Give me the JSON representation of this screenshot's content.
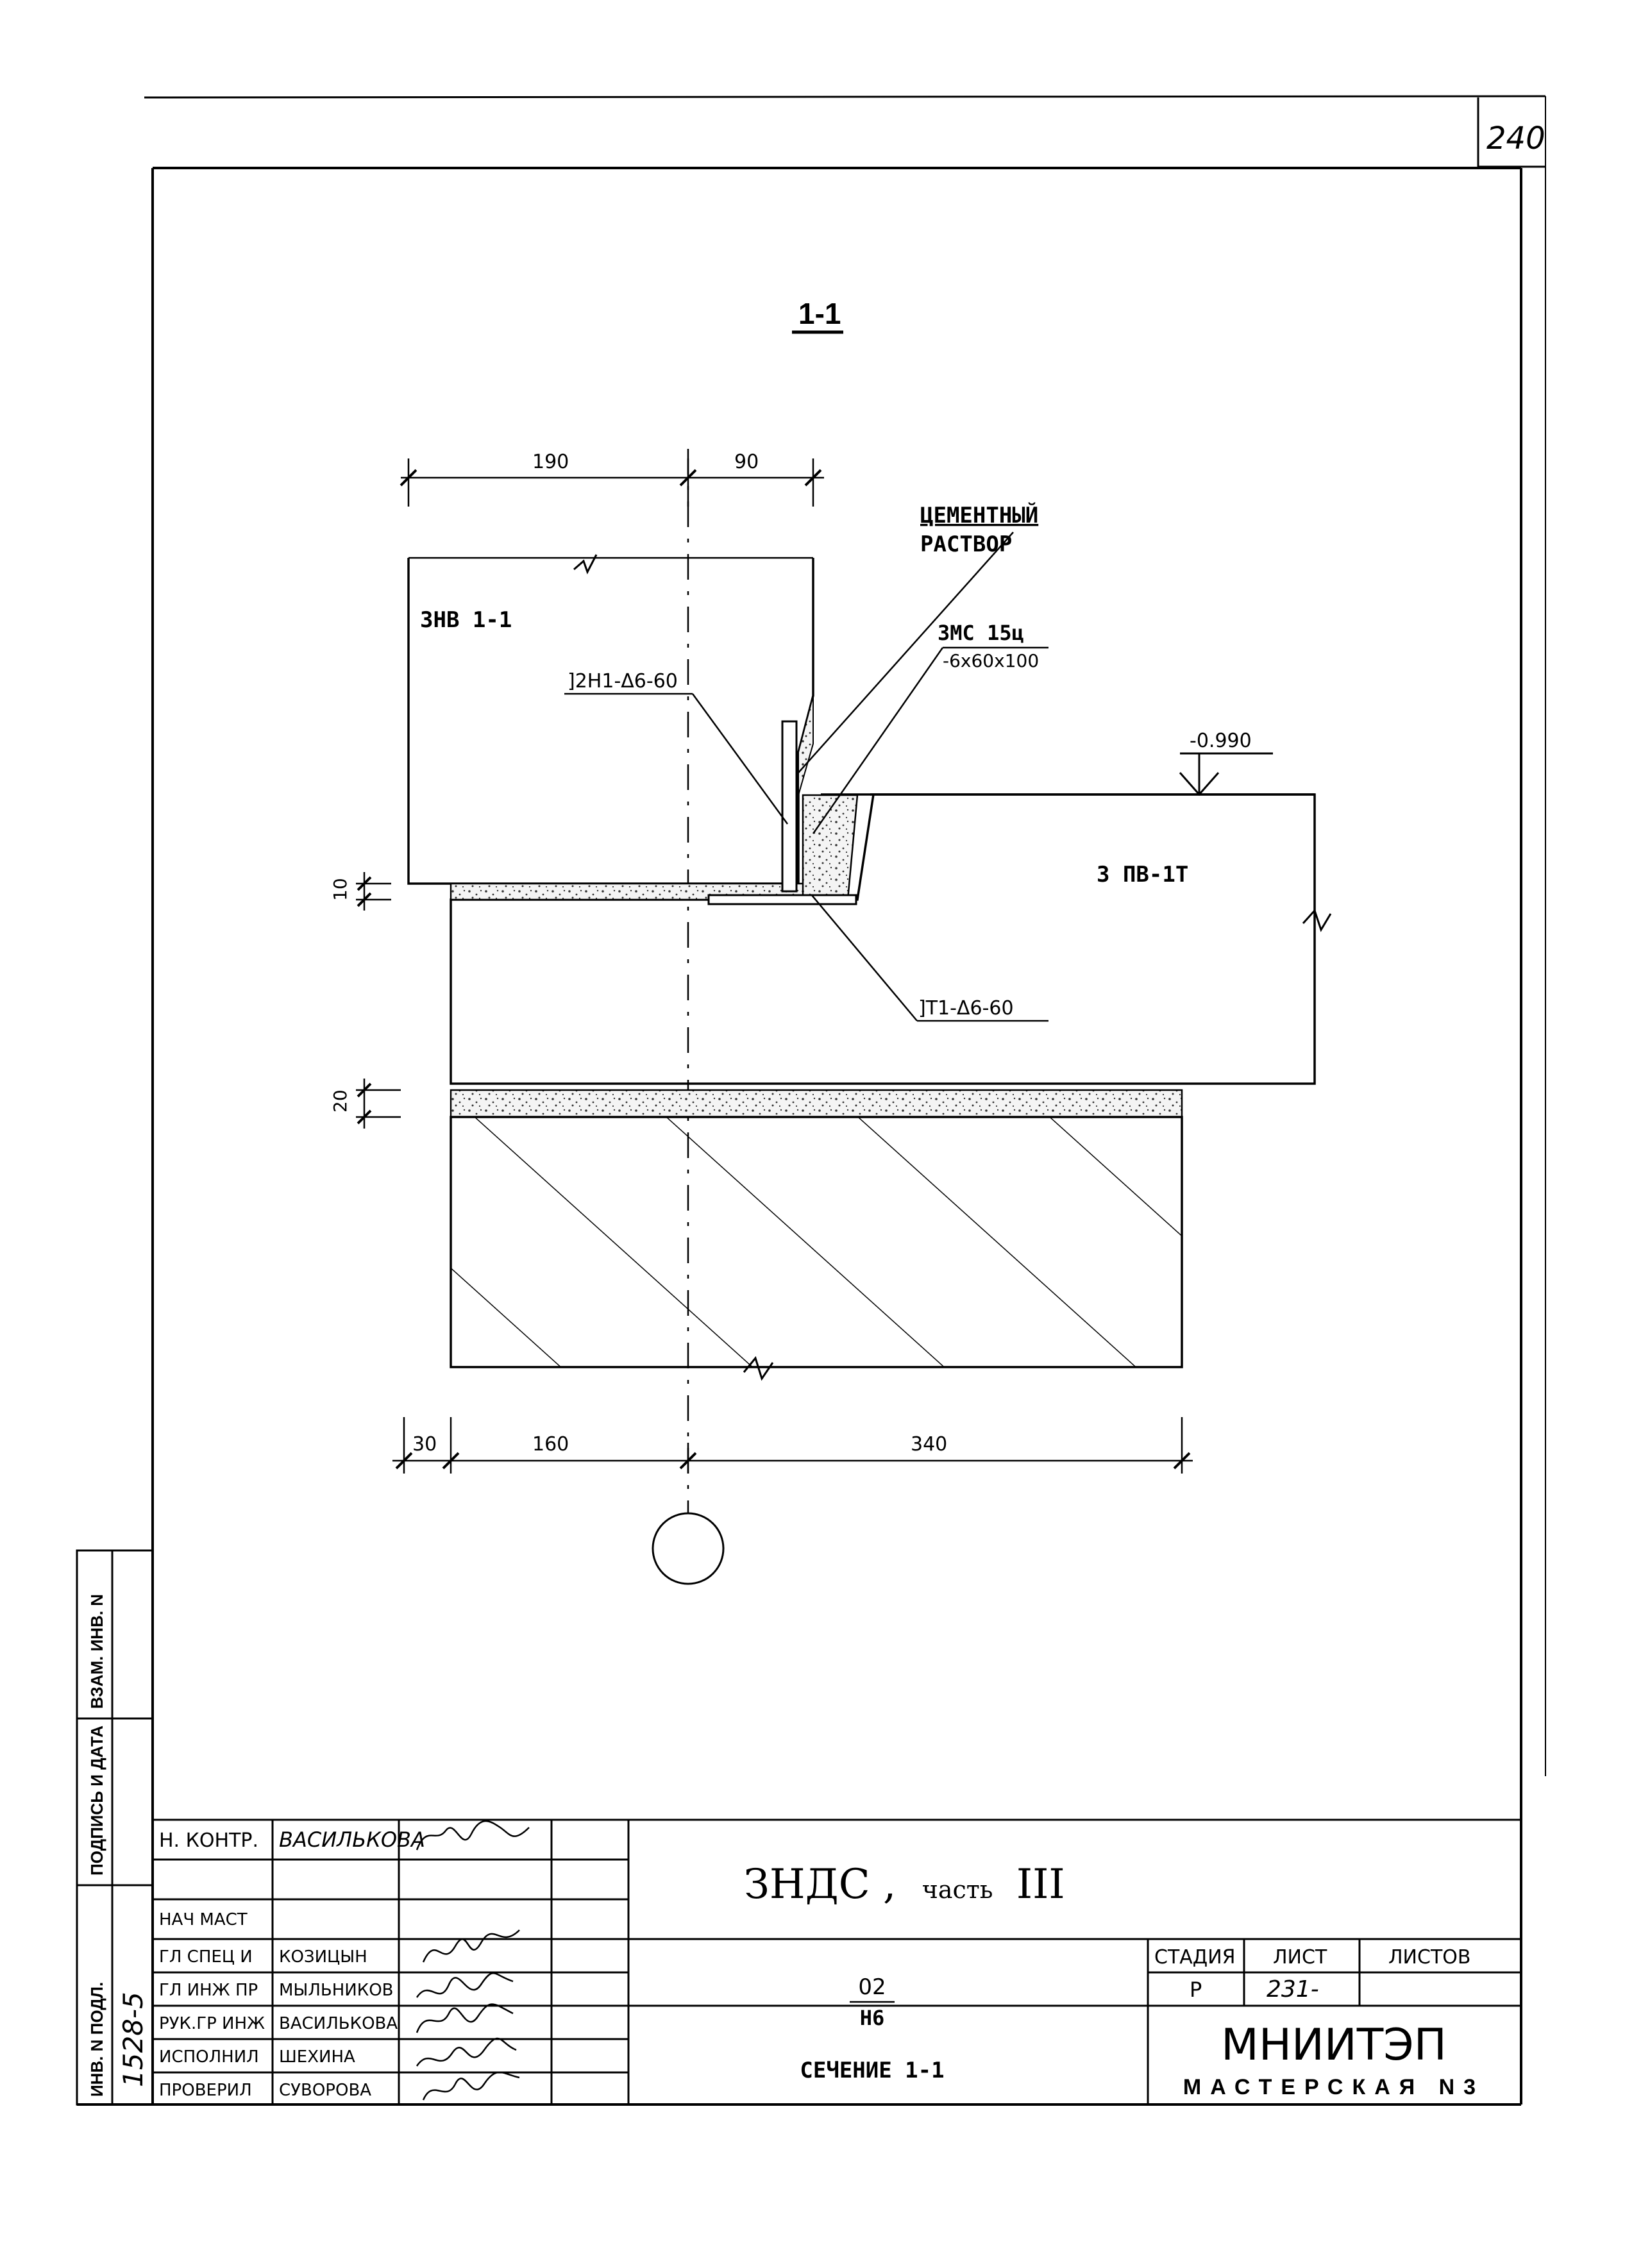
{
  "sheet_number": "240",
  "section": {
    "title": "1-1",
    "marker": ""
  },
  "dimensions": {
    "top": [
      "190",
      "90"
    ],
    "bottom": [
      "30",
      "160",
      "340"
    ],
    "left": [
      "10",
      "20"
    ]
  },
  "labels": {
    "wall_panel": "ЗНВ 1-1",
    "slab": "3 ПВ-1Т",
    "mortar_line1": "ЦЕМЕНТНЫЙ",
    "mortar_line2": "РАСТВОР",
    "embed_part_line1": "ЗМС 15ц",
    "embed_part_line2": "-6x60x100",
    "weld_top": "2Н1-Δ6-60",
    "weld_bottom": "Т1-Δ6-60",
    "elevation": "-0.990"
  },
  "side_stamp": {
    "labels": [
      "ВЗАМ. ИНВ. N",
      "ПОДПИСЬ И ДАТА",
      "ИНВ. N ПОДЛ."
    ],
    "inv_handwritten": "1528-5"
  },
  "title_block": {
    "roles": [
      {
        "role": "Н. КОНТР.",
        "name": "ВАСИЛЬКОВА"
      },
      {
        "role": "",
        "name": ""
      },
      {
        "role": "НАЧ МАСТ",
        "name": ""
      },
      {
        "role": "ГЛ СПЕЦ И",
        "name": "КОЗИЦЫН"
      },
      {
        "role": "ГЛ ИНЖ ПР",
        "name": "МЫЛЬНИКОВ"
      },
      {
        "role": "РУК.ГР ИНЖ",
        "name": "ВАСИЛЬКОВА"
      },
      {
        "role": "ИСПОЛНИЛ",
        "name": "ШЕХИНА"
      },
      {
        "role": "ПРОВЕРИЛ",
        "name": "СУВОРОВА"
      }
    ],
    "project": "ЗНДС ,",
    "project_part_word": "часть",
    "project_part_num": "III",
    "code_num": "02",
    "code_den": "Н6",
    "drawing_title": "СЕЧЕНИЕ 1-1",
    "stage_header": "СТАДИЯ",
    "sheet_header": "ЛИСТ",
    "sheets_header": "ЛИСТОВ",
    "stage_value": "Р",
    "sheet_value": "231-",
    "sheets_value": "",
    "org": "МНИИТЭП",
    "org_sub": "МАСТЕРСКАЯ  N3"
  }
}
